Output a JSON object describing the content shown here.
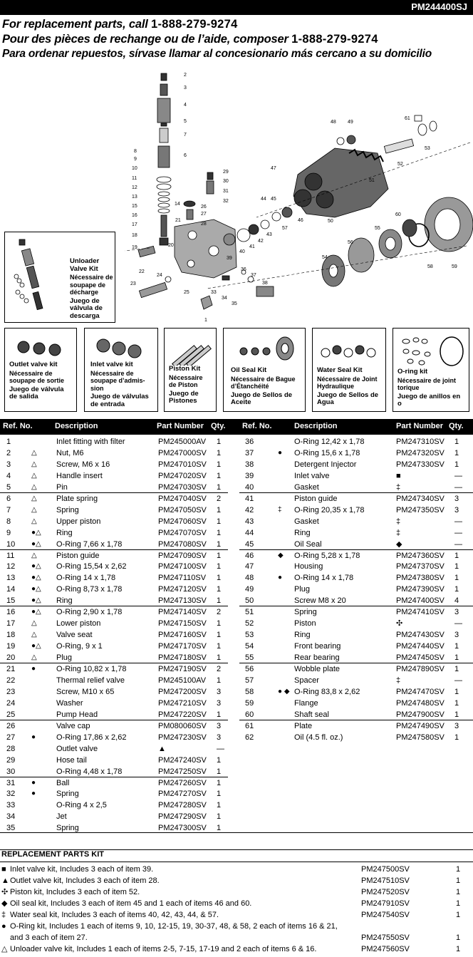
{
  "model": "PM244400SJ",
  "header": {
    "call_en_prefix": "For replacement parts, call ",
    "call_en_phone": "1-888-279-9274",
    "call_fr_prefix": "Pour des pièces de rechange ou de l’aide, composer ",
    "call_fr_phone": "1-888-279-9274",
    "call_es": "Para ordenar repuestos, sírvase llamar al concesionario más cercano a su domicilio"
  },
  "diagram": {
    "callouts": [
      "1",
      "2",
      "3",
      "4",
      "5",
      "6",
      "7",
      "8",
      "9",
      "10",
      "11",
      "12",
      "13",
      "14",
      "15",
      "16",
      "17",
      "18",
      "19",
      "20",
      "21",
      "22",
      "23",
      "24",
      "25",
      "26",
      "27",
      "28",
      "29",
      "30",
      "31",
      "32",
      "33",
      "34",
      "35",
      "36",
      "37",
      "38",
      "39",
      "40",
      "41",
      "42",
      "43",
      "44",
      "45",
      "46",
      "47",
      "48",
      "49",
      "50",
      "51",
      "52",
      "53",
      "54",
      "55",
      "56",
      "57",
      "58",
      "59",
      "60",
      "61"
    ]
  },
  "kits_boxes": {
    "unloader": {
      "title": "Unloader Valve Kit",
      "fr": "Nécessaire de soupape de décharge",
      "es": "Juego de válvula de descarga"
    },
    "outlet": {
      "title": "Outlet valve kit",
      "fr": "Nécessaire de soupape de sortie",
      "es": "Juego de válvula de salida"
    },
    "inlet": {
      "title": "Inlet valve kit",
      "fr": "Nécessaire de soupape d’admis-sion",
      "es": "Juego de válvulas de entrada"
    },
    "piston": {
      "title": "Piston Kit",
      "fr": "Nécessaire de Piston",
      "es": "Juego de Pistones"
    },
    "oilseal": {
      "title": "Oil Seal Kit",
      "fr": "Nécessaire de Bague d’Étanchéité",
      "es": "Juego de Sellos de Aceite"
    },
    "waterseal": {
      "title": "Water Seal Kit",
      "fr": "Nécessaire de Joint Hydraulique",
      "es": "Juego de Sellos de Agua"
    },
    "oring": {
      "title": "O-ring kit",
      "fr": "Nécessaire de joint torique",
      "es": "Juego de anillos en o"
    }
  },
  "table": {
    "headers": {
      "ref": "Ref. No.",
      "desc": "Description",
      "part": "Part Number",
      "qty": "Qty."
    },
    "left": [
      {
        "ref": "1",
        "sym": "",
        "desc": "Inlet fitting with filter",
        "part": "PM245000AV",
        "qty": "1"
      },
      {
        "ref": "2",
        "sym": "△",
        "desc": "Nut, M6",
        "part": "PM247000SV",
        "qty": "1"
      },
      {
        "ref": "3",
        "sym": "△",
        "desc": "Screw, M6 x 16",
        "part": "PM247010SV",
        "qty": "1"
      },
      {
        "ref": "4",
        "sym": "△",
        "desc": "Handle insert",
        "part": "PM247020SV",
        "qty": "1"
      },
      {
        "ref": "5",
        "sym": "△",
        "desc": "Pin",
        "part": "PM247030SV",
        "qty": "1"
      },
      {
        "ref": "6",
        "sym": "△",
        "desc": "Plate spring",
        "part": "PM247040SV",
        "qty": "2"
      },
      {
        "ref": "7",
        "sym": "△",
        "desc": "Spring",
        "part": "PM247050SV",
        "qty": "1"
      },
      {
        "ref": "8",
        "sym": "△",
        "desc": "Upper piston",
        "part": "PM247060SV",
        "qty": "1"
      },
      {
        "ref": "9",
        "sym": "●△",
        "desc": "Ring",
        "part": "PM247070SV",
        "qty": "1"
      },
      {
        "ref": "10",
        "sym": "●△",
        "desc": "O-Ring 7,66 x 1,78",
        "part": "PM247080SV",
        "qty": "1"
      },
      {
        "ref": "11",
        "sym": "△",
        "desc": "Piston guide",
        "part": "PM247090SV",
        "qty": "1"
      },
      {
        "ref": "12",
        "sym": "●△",
        "desc": "O-Ring 15,54 x 2,62",
        "part": "PM247100SV",
        "qty": "1"
      },
      {
        "ref": "13",
        "sym": "●△",
        "desc": "O-Ring 14 x 1,78",
        "part": "PM247110SV",
        "qty": "1"
      },
      {
        "ref": "14",
        "sym": "●△",
        "desc": "O-Ring 8,73 x 1,78",
        "part": "PM247120SV",
        "qty": "1"
      },
      {
        "ref": "15",
        "sym": "●△",
        "desc": "Ring",
        "part": "PM247130SV",
        "qty": "1"
      },
      {
        "ref": "16",
        "sym": "●△",
        "desc": "O-Ring 2,90 x 1,78",
        "part": "PM247140SV",
        "qty": "2"
      },
      {
        "ref": "17",
        "sym": "△",
        "desc": "Lower piston",
        "part": "PM247150SV",
        "qty": "1"
      },
      {
        "ref": "18",
        "sym": "△",
        "desc": "Valve seat",
        "part": "PM247160SV",
        "qty": "1"
      },
      {
        "ref": "19",
        "sym": "●△",
        "desc": "O-Ring, 9 x 1",
        "part": "PM247170SV",
        "qty": "1"
      },
      {
        "ref": "20",
        "sym": "△",
        "desc": "Plug",
        "part": "PM247180SV",
        "qty": "1"
      },
      {
        "ref": "21",
        "sym": "●",
        "desc": "O-Ring 10,82 x 1,78",
        "part": "PM247190SV",
        "qty": "2"
      },
      {
        "ref": "22",
        "sym": "",
        "desc": "Thermal relief valve",
        "part": "PM245100AV",
        "qty": "1"
      },
      {
        "ref": "23",
        "sym": "",
        "desc": "Screw, M10 x 65",
        "part": "PM247200SV",
        "qty": "3"
      },
      {
        "ref": "24",
        "sym": "",
        "desc": "Washer",
        "part": "PM247210SV",
        "qty": "3"
      },
      {
        "ref": "25",
        "sym": "",
        "desc": "Pump Head",
        "part": "PM247220SV",
        "qty": "1"
      },
      {
        "ref": "26",
        "sym": "",
        "desc": "Valve cap",
        "part": "PM080060SV",
        "qty": "3"
      },
      {
        "ref": "27",
        "sym": "●",
        "desc": "O-Ring 17,86 x 2,62",
        "part": "PM247230SV",
        "qty": "3"
      },
      {
        "ref": "28",
        "sym": "",
        "desc": "Outlet valve",
        "part": "▲",
        "qty": "—"
      },
      {
        "ref": "29",
        "sym": "",
        "desc": "Hose tail",
        "part": "PM247240SV",
        "qty": "1"
      },
      {
        "ref": "30",
        "sym": "",
        "desc": "O-Ring 4,48 x 1,78",
        "part": "PM247250SV",
        "qty": "1"
      },
      {
        "ref": "31",
        "sym": "●",
        "desc": "Ball",
        "part": "PM247260SV",
        "qty": "1"
      },
      {
        "ref": "32",
        "sym": "●",
        "desc": "Spring",
        "part": "PM247270SV",
        "qty": "1"
      },
      {
        "ref": "33",
        "sym": "",
        "desc": "O-Ring 4 x 2,5",
        "part": "PM247280SV",
        "qty": "1"
      },
      {
        "ref": "34",
        "sym": "",
        "desc": "Jet",
        "part": "PM247290SV",
        "qty": "1"
      },
      {
        "ref": "35",
        "sym": "",
        "desc": "Spring",
        "part": "PM247300SV",
        "qty": "1"
      }
    ],
    "right": [
      {
        "ref": "36",
        "sym": "",
        "desc": "O-Ring 12,42 x 1,78",
        "part": "PM247310SV",
        "qty": "1"
      },
      {
        "ref": "37",
        "sym": "●",
        "desc": "O-Ring 15,6 x 1,78",
        "part": "PM247320SV",
        "qty": "1"
      },
      {
        "ref": "38",
        "sym": "",
        "desc": "Detergent Injector",
        "part": "PM247330SV",
        "qty": "1"
      },
      {
        "ref": "39",
        "sym": "",
        "desc": "Inlet valve",
        "part": "■",
        "qty": "—"
      },
      {
        "ref": "40",
        "sym": "",
        "desc": "Gasket",
        "part": "‡",
        "qty": "—"
      },
      {
        "ref": "41",
        "sym": "",
        "desc": "Piston guide",
        "part": "PM247340SV",
        "qty": "3"
      },
      {
        "ref": "42",
        "sym": "‡",
        "desc": "O-Ring 20,35 x 1,78",
        "part": "PM247350SV",
        "qty": "3"
      },
      {
        "ref": "43",
        "sym": "",
        "desc": "Gasket",
        "part": "‡",
        "qty": "—"
      },
      {
        "ref": "44",
        "sym": "",
        "desc": "Ring",
        "part": "‡",
        "qty": "—"
      },
      {
        "ref": "45",
        "sym": "",
        "desc": "Oil Seal",
        "part": "◆",
        "qty": "—"
      },
      {
        "ref": "46",
        "sym": "◆",
        "desc": "O-Ring 5,28 x 1,78",
        "part": "PM247360SV",
        "qty": "1"
      },
      {
        "ref": "47",
        "sym": "",
        "desc": "Housing",
        "part": "PM247370SV",
        "qty": "1"
      },
      {
        "ref": "48",
        "sym": "●",
        "desc": "O-Ring 14 x 1,78",
        "part": "PM247380SV",
        "qty": "1"
      },
      {
        "ref": "49",
        "sym": "",
        "desc": "Plug",
        "part": "PM247390SV",
        "qty": "1"
      },
      {
        "ref": "50",
        "sym": "",
        "desc": "Screw M8 x 20",
        "part": "PM247400SV",
        "qty": "4"
      },
      {
        "ref": "51",
        "sym": "",
        "desc": "Spring",
        "part": "PM247410SV",
        "qty": "3"
      },
      {
        "ref": "52",
        "sym": "",
        "desc": "Piston",
        "part": "✣",
        "qty": "—"
      },
      {
        "ref": "53",
        "sym": "",
        "desc": "Ring",
        "part": "PM247430SV",
        "qty": "3"
      },
      {
        "ref": "54",
        "sym": "",
        "desc": "Front bearing",
        "part": "PM247440SV",
        "qty": "1"
      },
      {
        "ref": "55",
        "sym": "",
        "desc": "Rear bearing",
        "part": "PM247450SV",
        "qty": "1"
      },
      {
        "ref": "56",
        "sym": "",
        "desc": "Wobble plate",
        "part": "PM247890SV",
        "qty": "1"
      },
      {
        "ref": "57",
        "sym": "",
        "desc": "Spacer",
        "part": "‡",
        "qty": "—"
      },
      {
        "ref": "58",
        "sym": "● ◆",
        "desc": "O-Ring 83,8 x 2,62",
        "part": "PM247470SV",
        "qty": "1"
      },
      {
        "ref": "59",
        "sym": "",
        "desc": "Flange",
        "part": "PM247480SV",
        "qty": "1"
      },
      {
        "ref": "60",
        "sym": "",
        "desc": "Shaft seal",
        "part": "PM247900SV",
        "qty": "1"
      },
      {
        "ref": "61",
        "sym": "",
        "desc": "Plate",
        "part": "PM247490SV",
        "qty": "3"
      },
      {
        "ref": "62",
        "sym": "",
        "desc": "Oil (4.5 fl. oz.)",
        "part": "PM247580SV",
        "qty": "1"
      }
    ]
  },
  "replacement_kits": {
    "title": "REPLACEMENT PARTS KIT",
    "items": [
      {
        "sym": "■",
        "text": "Inlet valve kit, Includes 3 each of item 39.",
        "text2": "",
        "part": "PM247500SV",
        "qty": "1"
      },
      {
        "sym": "▲",
        "text": "Outlet valve kit, Includes 3 each of item 28.",
        "text2": "",
        "part": "PM247510SV",
        "qty": "1"
      },
      {
        "sym": "✣",
        "text": "Piston kit, Includes 3 each of item 52.",
        "text2": "",
        "part": "PM247520SV",
        "qty": "1"
      },
      {
        "sym": "◆",
        "text": "Oil seal kit, Includes 3 each of item 45 and 1 each of items 46 and 60.",
        "text2": "",
        "part": "PM247910SV",
        "qty": "1"
      },
      {
        "sym": "‡",
        "text": "Water seal kit, Includes 3 each of items 40, 42, 43, 44, & 57.",
        "text2": "",
        "part": "PM247540SV",
        "qty": "1"
      },
      {
        "sym": "●",
        "text": "O-Ring kit, Includes 1 each of items 9, 10, 12-15, 19, 30-37, 48, & 58, 2 each of items 16 & 21,",
        "text2": "and 3 each of item 27.",
        "part": "PM247550SV",
        "qty": "1"
      },
      {
        "sym": "△",
        "text": "Unloader valve kit, Includes 1 each of items 2-5, 7-15, 17-19 and 2 each of items 6 & 16.",
        "text2": "",
        "part": "PM247560SV",
        "qty": "1"
      }
    ]
  }
}
